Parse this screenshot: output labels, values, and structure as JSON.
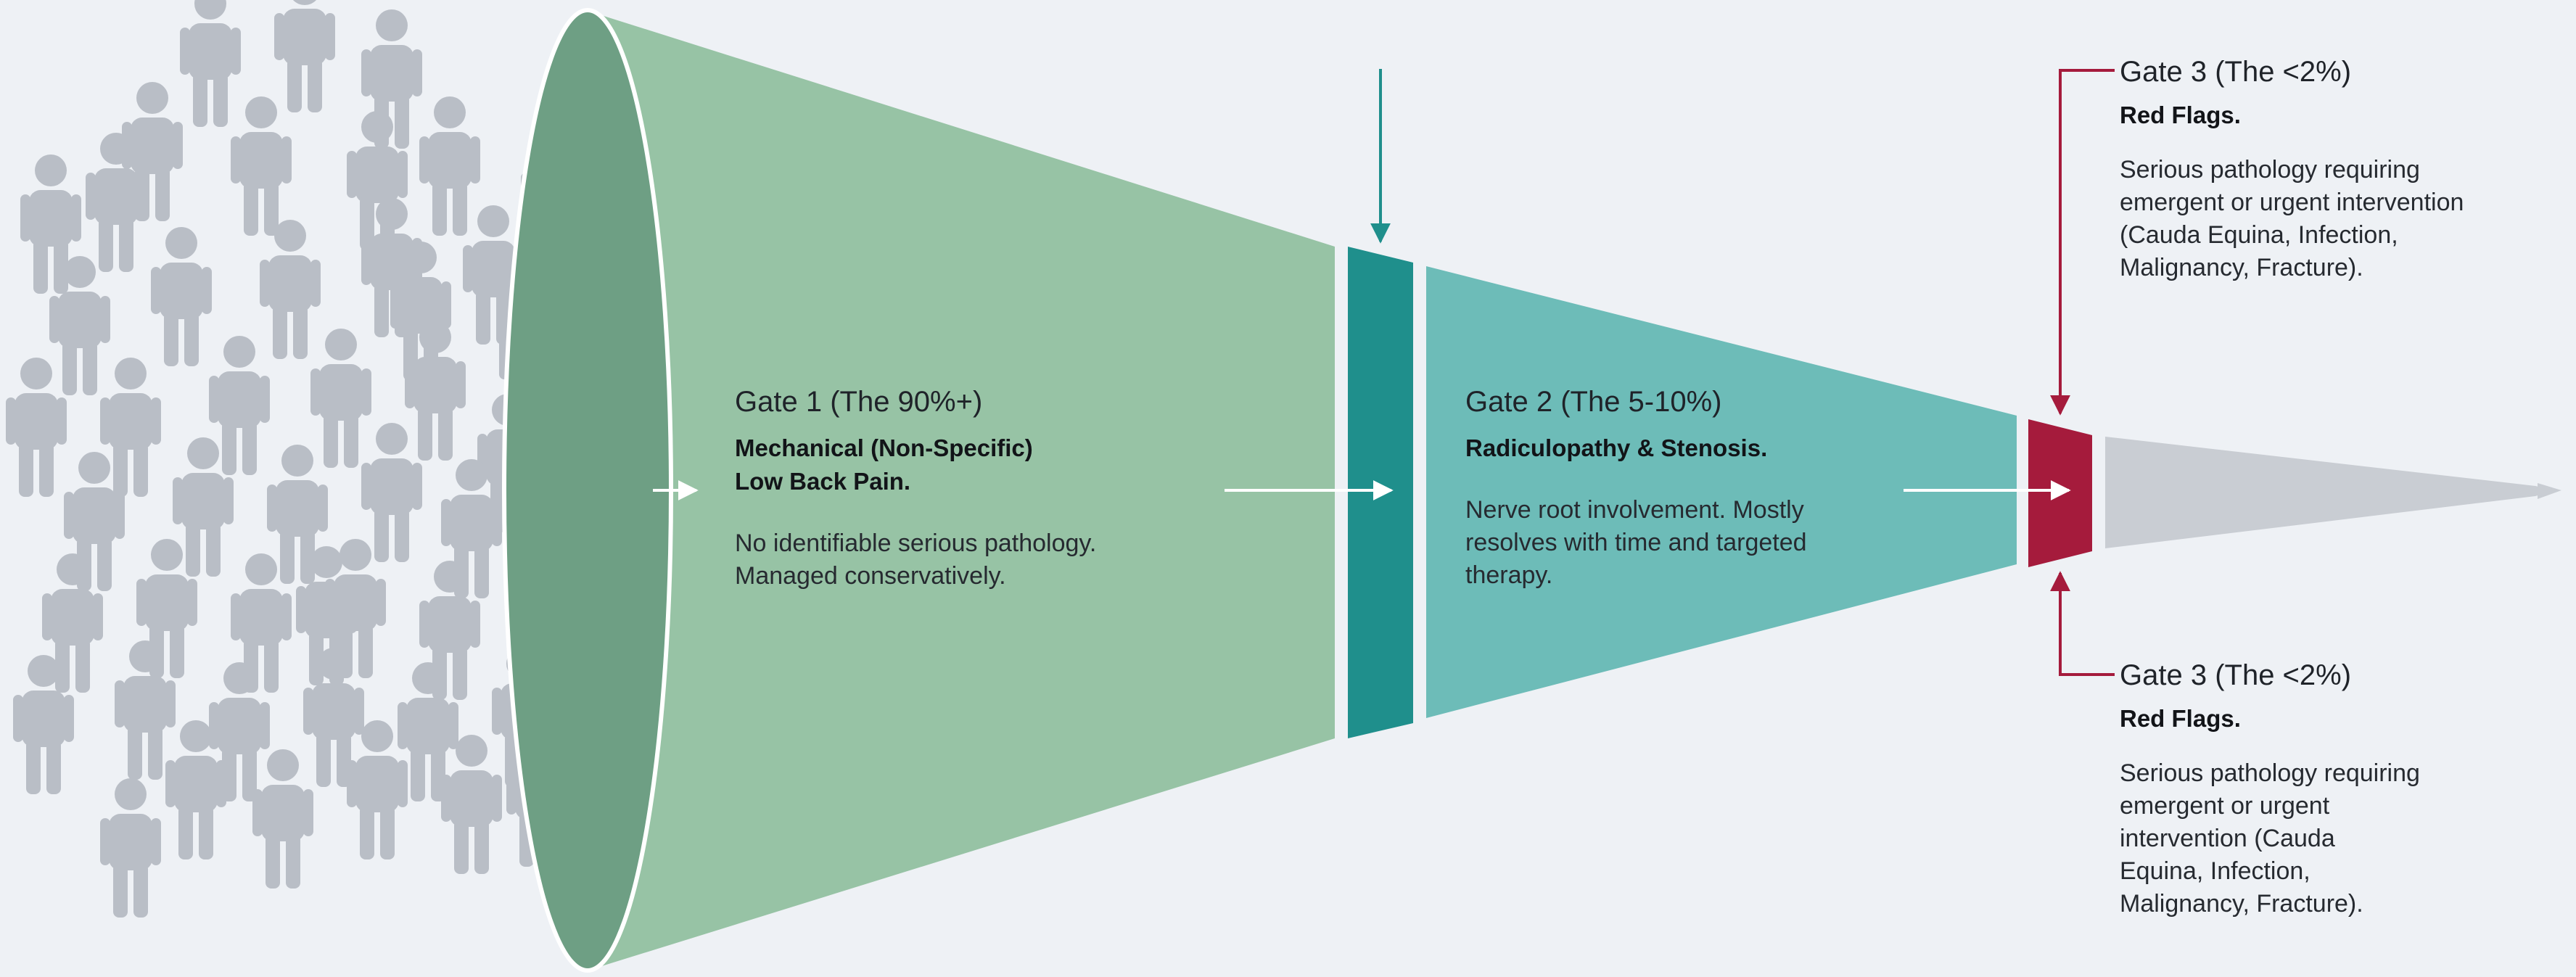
{
  "colors": {
    "background": "#eef1f5",
    "crowd": "#b9bec6",
    "gate1_funnel": "#97c3a5",
    "gate1_mouth": "#6e9f84",
    "gate_bar_teal": "#1f8f8c",
    "gate2_funnel": "#6dbcb8",
    "gate3_bar": "#a51b3c",
    "tail": "#c9cdd3",
    "marker_teal": "#1f8f8c",
    "marker_red": "#a51b3c",
    "flow_arrow": "#ffffff"
  },
  "gate1": {
    "title": "Gate 1 (The 90%+)",
    "subtitle_line1": "Mechanical (Non-Specific)",
    "subtitle_line2": "Low Back Pain.",
    "body_line1": "No identifiable serious pathology.",
    "body_line2": "Managed conservatively."
  },
  "gate2": {
    "title": "Gate 2 (The 5-10%)",
    "subtitle": "Radiculopathy & Stenosis.",
    "body_line1": "Nerve root involvement. Mostly",
    "body_line2": "resolves with time and targeted",
    "body_line3": "therapy."
  },
  "gate3_top": {
    "title": "Gate 3 (The <2%)",
    "subtitle": "Red Flags.",
    "body_line1": "Serious pathology requiring",
    "body_line2": "emergent or urgent intervention",
    "body_line3": "(Cauda Equina, Infection,",
    "body_line4": "Malignancy, Fracture)."
  },
  "gate3_bottom": {
    "title": "Gate 3 (The <2%)",
    "subtitle": "Red Flags.",
    "body_line1": "Serious pathology requiring",
    "body_line2": "emergent or urgent",
    "body_line3": "intervention (Cauda",
    "body_line4": "Equina, Infection,",
    "body_line5": "Malignancy, Fracture)."
  }
}
